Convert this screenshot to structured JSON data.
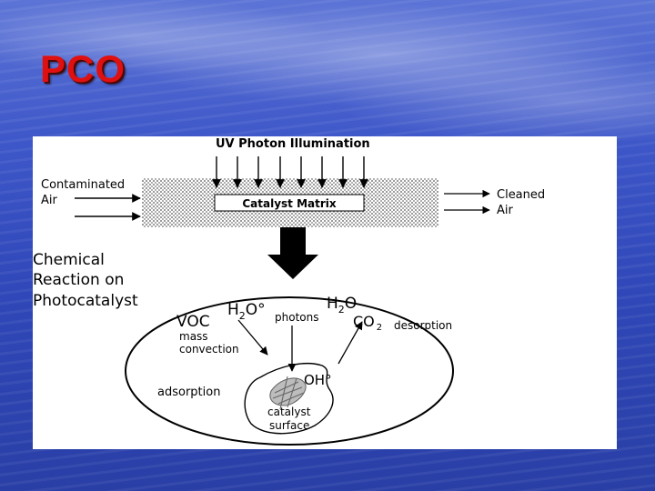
{
  "slide": {
    "title": "PCO"
  },
  "diagram": {
    "uv_label": "UV Photon Illumination",
    "contaminated_air": [
      "Contaminated",
      "Air"
    ],
    "catalyst_matrix": "Catalyst Matrix",
    "cleaned_air": [
      "Cleaned",
      "Air"
    ],
    "chemical_reaction": [
      "Chemical",
      "Reaction on",
      "Photocatalyst"
    ],
    "voc": "VOC",
    "mass_convection": [
      "mass",
      "convection"
    ],
    "water_radical": {
      "base": "H",
      "sub": "2",
      "rest": "O°"
    },
    "photons": "photons",
    "water": {
      "base": "H",
      "sub": "2",
      "rest": "O"
    },
    "co2": {
      "base": "CO",
      "sub": "2"
    },
    "desorption": "desorption",
    "hydroxyl": "OH°",
    "adsorption": "adsorption",
    "catalyst_surface": [
      "catalyst",
      "surface"
    ]
  }
}
